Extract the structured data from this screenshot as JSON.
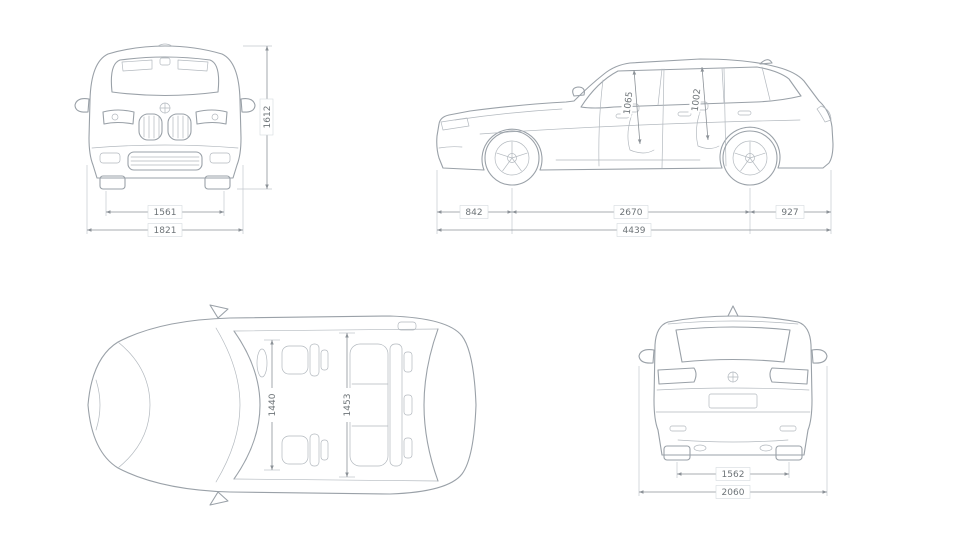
{
  "meta": {
    "background": "#ffffff",
    "line_color": "#9aa1a8",
    "dimension_color": "#8c9298",
    "text_color": "#6e7478"
  },
  "views": {
    "front": {
      "dims": {
        "track": "1561",
        "width": "1821",
        "height": "1612"
      }
    },
    "side": {
      "dims": {
        "front_overhang": "842",
        "wheelbase": "2670",
        "rear_overhang": "927",
        "length": "4439",
        "front_headroom": "1065",
        "rear_headroom": "1002"
      }
    },
    "top": {
      "dims": {
        "front_width": "1440",
        "rear_width": "1453"
      }
    },
    "rear": {
      "dims": {
        "track": "1562",
        "width_mirrors": "2060"
      }
    }
  }
}
